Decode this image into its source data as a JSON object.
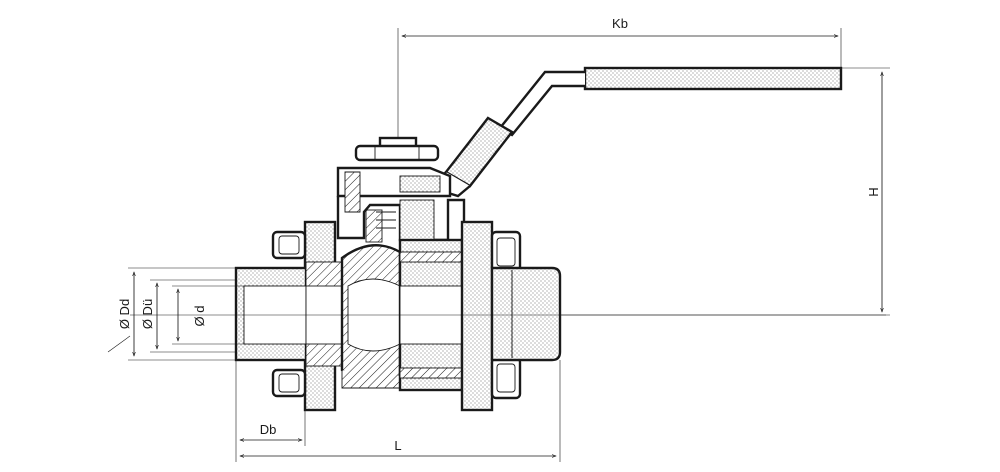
{
  "labels": {
    "kb": "Kb",
    "h": "H",
    "dd": "Ø Dd",
    "du": "Ø Dü",
    "d": "Ø d",
    "db": "Db",
    "l": "L"
  },
  "colors": {
    "stroke": "#1a1a1a",
    "fill_dotted": "#d9d9d9",
    "background": "#ffffff"
  }
}
